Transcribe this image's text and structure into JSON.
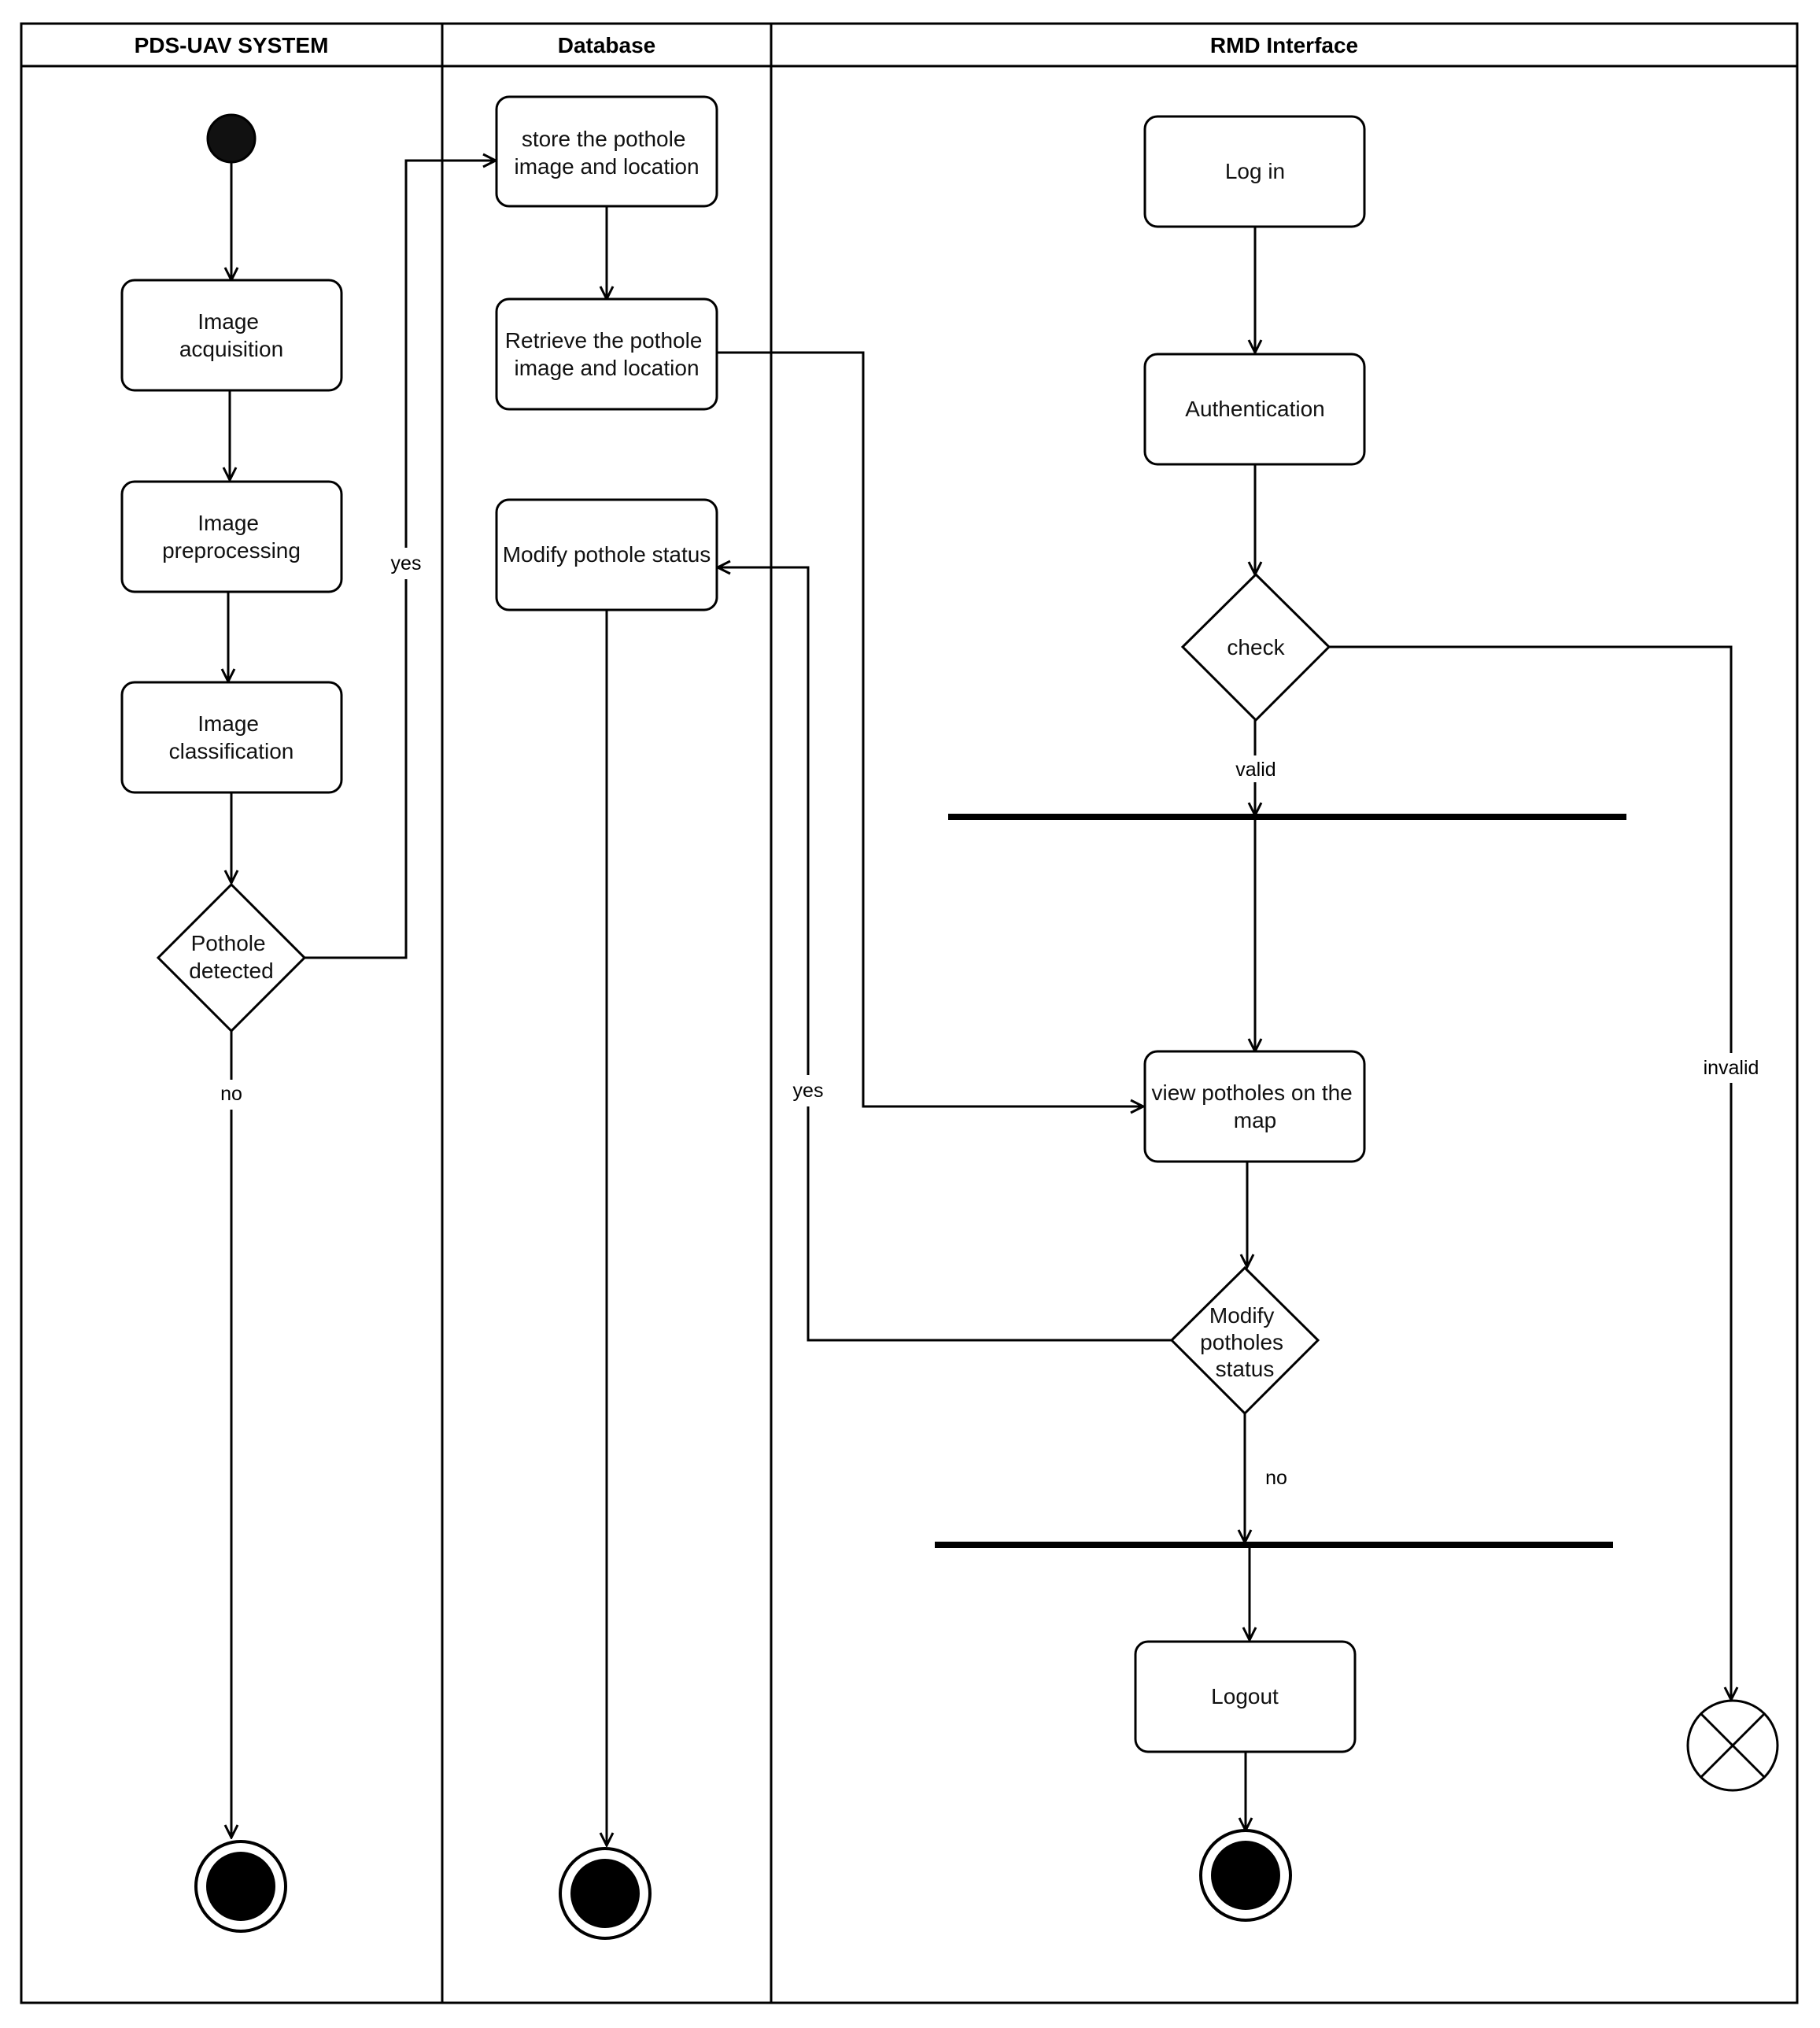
{
  "lanes": [
    {
      "title": "PDS-UAV SYSTEM"
    },
    {
      "title": "Database"
    },
    {
      "title": "RMD Interface"
    }
  ],
  "nodes": {
    "image_acquisition": [
      "Image",
      "acquisition"
    ],
    "image_preprocessing": [
      "Image",
      "preprocessing"
    ],
    "image_classification": [
      "Image",
      "classification"
    ],
    "pothole_detected": [
      "Pothole",
      "detected"
    ],
    "store_pothole": [
      "store the pothole",
      "image and location"
    ],
    "retrieve_pothole": [
      "Retrieve the pothole",
      "image and location"
    ],
    "modify_pothole_status": [
      "Modify pothole status"
    ],
    "log_in": [
      "Log in"
    ],
    "authentication": [
      "Authentication"
    ],
    "check": [
      "check"
    ],
    "view_potholes": [
      "view potholes on the",
      "map"
    ],
    "modify_potholes_status": [
      "Modify",
      "potholes",
      "status"
    ],
    "logout": [
      "Logout"
    ]
  },
  "labels": {
    "pothole_yes": "yes",
    "pothole_no": "no",
    "check_valid": "valid",
    "check_invalid": "invalid",
    "modify_yes": "yes",
    "modify_no": "no"
  }
}
